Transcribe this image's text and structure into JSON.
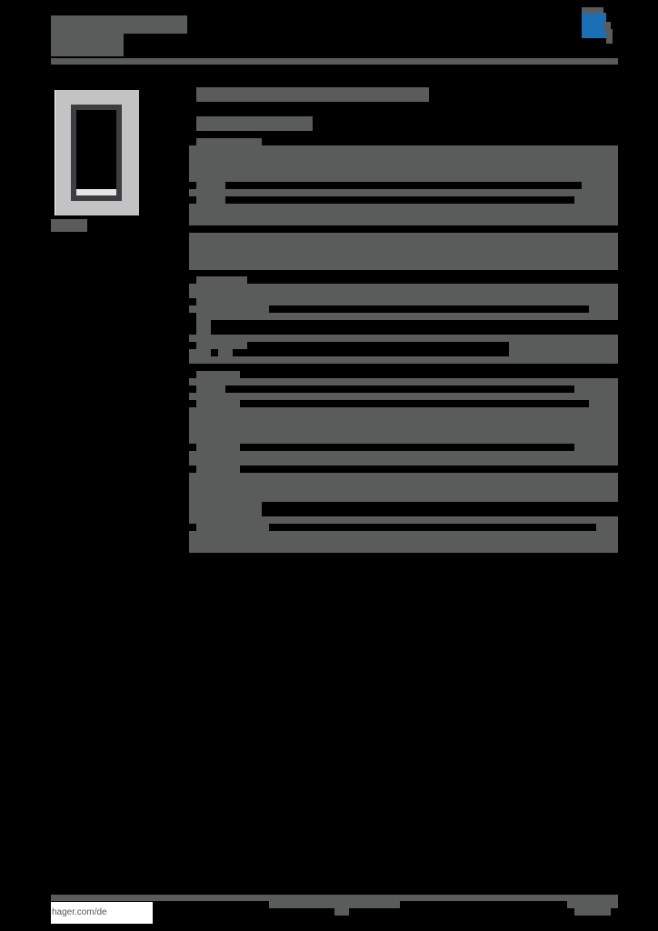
{
  "header": {
    "title_block": "redacted",
    "subtitle_block": "redacted",
    "logo": "hager-logo"
  },
  "product": {
    "image": "product-frame-image",
    "image_caption": "redacted",
    "name": "redacted",
    "subtitle": "redacted"
  },
  "sections": [
    {
      "heading": "redacted",
      "rows": 6
    },
    {
      "heading": "redacted",
      "rows": 4
    },
    {
      "heading": "redacted",
      "rows": 8
    }
  ],
  "footer": {
    "website": "hager.com/de",
    "center_text": "redacted",
    "page_ref": "redacted"
  },
  "colors": {
    "text_block": "#5a5b5b",
    "brand_blue": "#1a6fb5",
    "background": "#000000"
  }
}
